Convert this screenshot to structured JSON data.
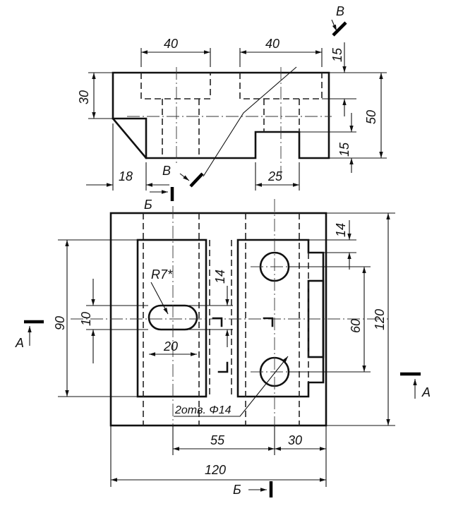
{
  "top_view": {
    "dims": {
      "left_width": "40",
      "right_width": "40",
      "height_30": "30",
      "height_50": "50",
      "top_15": "15",
      "bottom_15": "15",
      "chamfer_18": "18",
      "slot_25": "25"
    },
    "section_b_label": "В"
  },
  "front_view": {
    "dims": {
      "radius": "R7*",
      "slot_height": "14",
      "left_10": "10",
      "left_90": "90",
      "slot_width": "20",
      "right_14": "14",
      "right_60": "60",
      "right_120": "120",
      "bottom_55": "55",
      "bottom_30": "30",
      "bottom_120": "120"
    },
    "holes_note": "2отв. Φ14",
    "section_a_label": "A",
    "section_b_label": "Б"
  }
}
